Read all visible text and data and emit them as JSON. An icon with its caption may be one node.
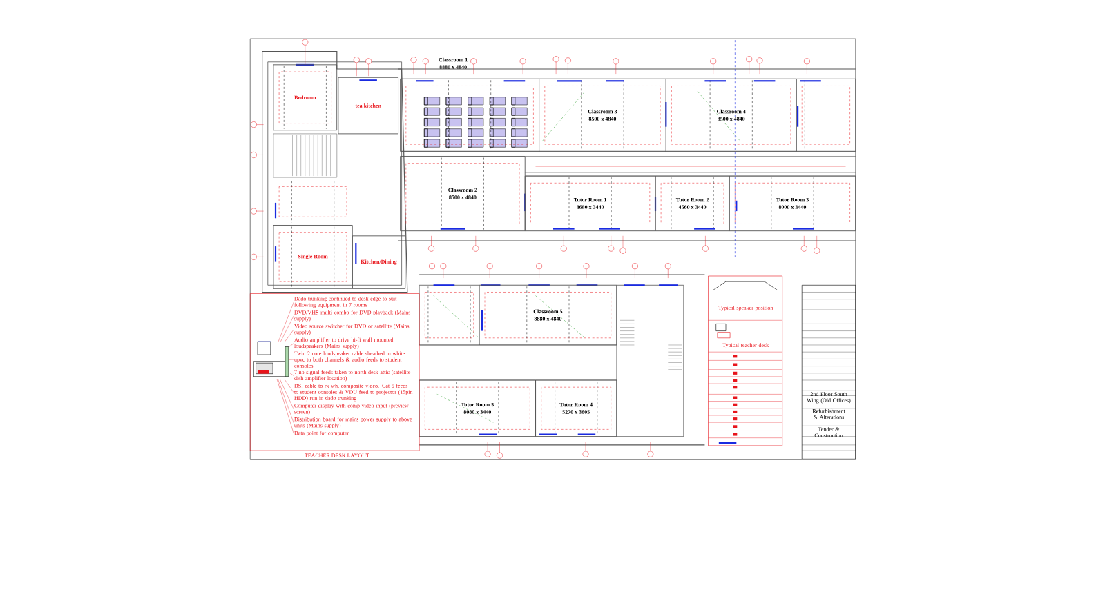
{
  "diagram": {
    "nodes": [
      {
        "text": [
          "Bedroom"
        ]
      },
      {
        "text": [
          "tea kitchen"
        ]
      },
      {
        "text": [
          "Single Room"
        ]
      },
      {
        "text": [
          "Kitchen/Dining"
        ]
      },
      {
        "text": [
          "Classroom 1",
          "8880 x 4840"
        ]
      },
      {
        "text": [
          "Classroom 2",
          "8500 x 4840"
        ]
      },
      {
        "text": [
          "Classroom 3",
          "8500 x 4840"
        ]
      },
      {
        "text": [
          "Classroom 4",
          "8500 x 4840"
        ]
      },
      {
        "text": [
          "Tutor Room 1",
          "8680 x 3440"
        ]
      },
      {
        "text": [
          "Tutor Room 2",
          "4560 x 3440"
        ]
      },
      {
        "text": [
          "Tutor Room 3",
          "8000 x 3440"
        ]
      },
      {
        "text": [
          "Classroom 5",
          "8880 x 4840"
        ]
      },
      {
        "text": [
          "Tutor Room 5",
          "8080 x 3440"
        ]
      },
      {
        "text": [
          "Tutor Room 4",
          "5270 x 3605"
        ]
      },
      {
        "text": [
          "TEACHER DESK LAYOUT"
        ]
      },
      {
        "text": [],
        "shape": "picture",
        "in": 14
      },
      {
        "text": [
          "Dado trunking continued to desk edge to suit following equipment in 7 rooms"
        ],
        "in": 14
      },
      {
        "text": [
          "DVD/VHS multi combo for DVD playback (Mains supply)"
        ],
        "in": 14
      },
      {
        "text": [
          "Video source switcher for DVD or satellite (Mains supply)"
        ],
        "in": 14
      },
      {
        "text": [
          "Audio amplifier to drive hi-fi wall mounted loudspeakers (Mains supply)"
        ],
        "in": 14
      },
      {
        "text": [
          "Twin 2 core loudspeaker cable sheathed in white upvc to both channels & audio feeds to student consoles"
        ],
        "in": 14
      },
      {
        "text": [
          "7 no signal feeds taken to north desk attic (satellite dish amplifier location)"
        ],
        "in": 14
      },
      {
        "text": [
          "DSI cable to rx wh, composite video. Cat 5 feeds to student consoles & VDU feed to projector (15pin HDD) run in dado trunking"
        ],
        "in": 14
      },
      {
        "text": [
          "Computer display with comp video input (preview screen)"
        ],
        "in": 14
      },
      {
        "text": [
          "Distribution board for mains power supply to above units (Mains supply)"
        ],
        "in": 14
      },
      {
        "text": [
          "Data point for computer"
        ],
        "in": 14
      }
    ],
    "edges": [
      {
        "from": 15,
        "to": 16,
        "arrow": "none"
      },
      {
        "from": 15,
        "to": 17,
        "arrow": "none"
      },
      {
        "from": 15,
        "to": 18,
        "arrow": "none"
      },
      {
        "from": 15,
        "to": 19,
        "arrow": "none"
      },
      {
        "from": 15,
        "to": 20,
        "arrow": "none"
      },
      {
        "from": 15,
        "to": 21,
        "arrow": "none"
      },
      {
        "from": 15,
        "to": 22,
        "arrow": "none"
      },
      {
        "from": 15,
        "to": 23,
        "arrow": "none"
      },
      {
        "from": 15,
        "to": 24,
        "arrow": "none"
      },
      {
        "from": 15,
        "to": 25,
        "arrow": "none"
      }
    ],
    "labels": [
      "Typical speaker position",
      "Typical teacher desk",
      "2nd Floor South Wing (Old Offices)",
      "Refurbishment & Alterations",
      "Tender & Construction"
    ]
  }
}
